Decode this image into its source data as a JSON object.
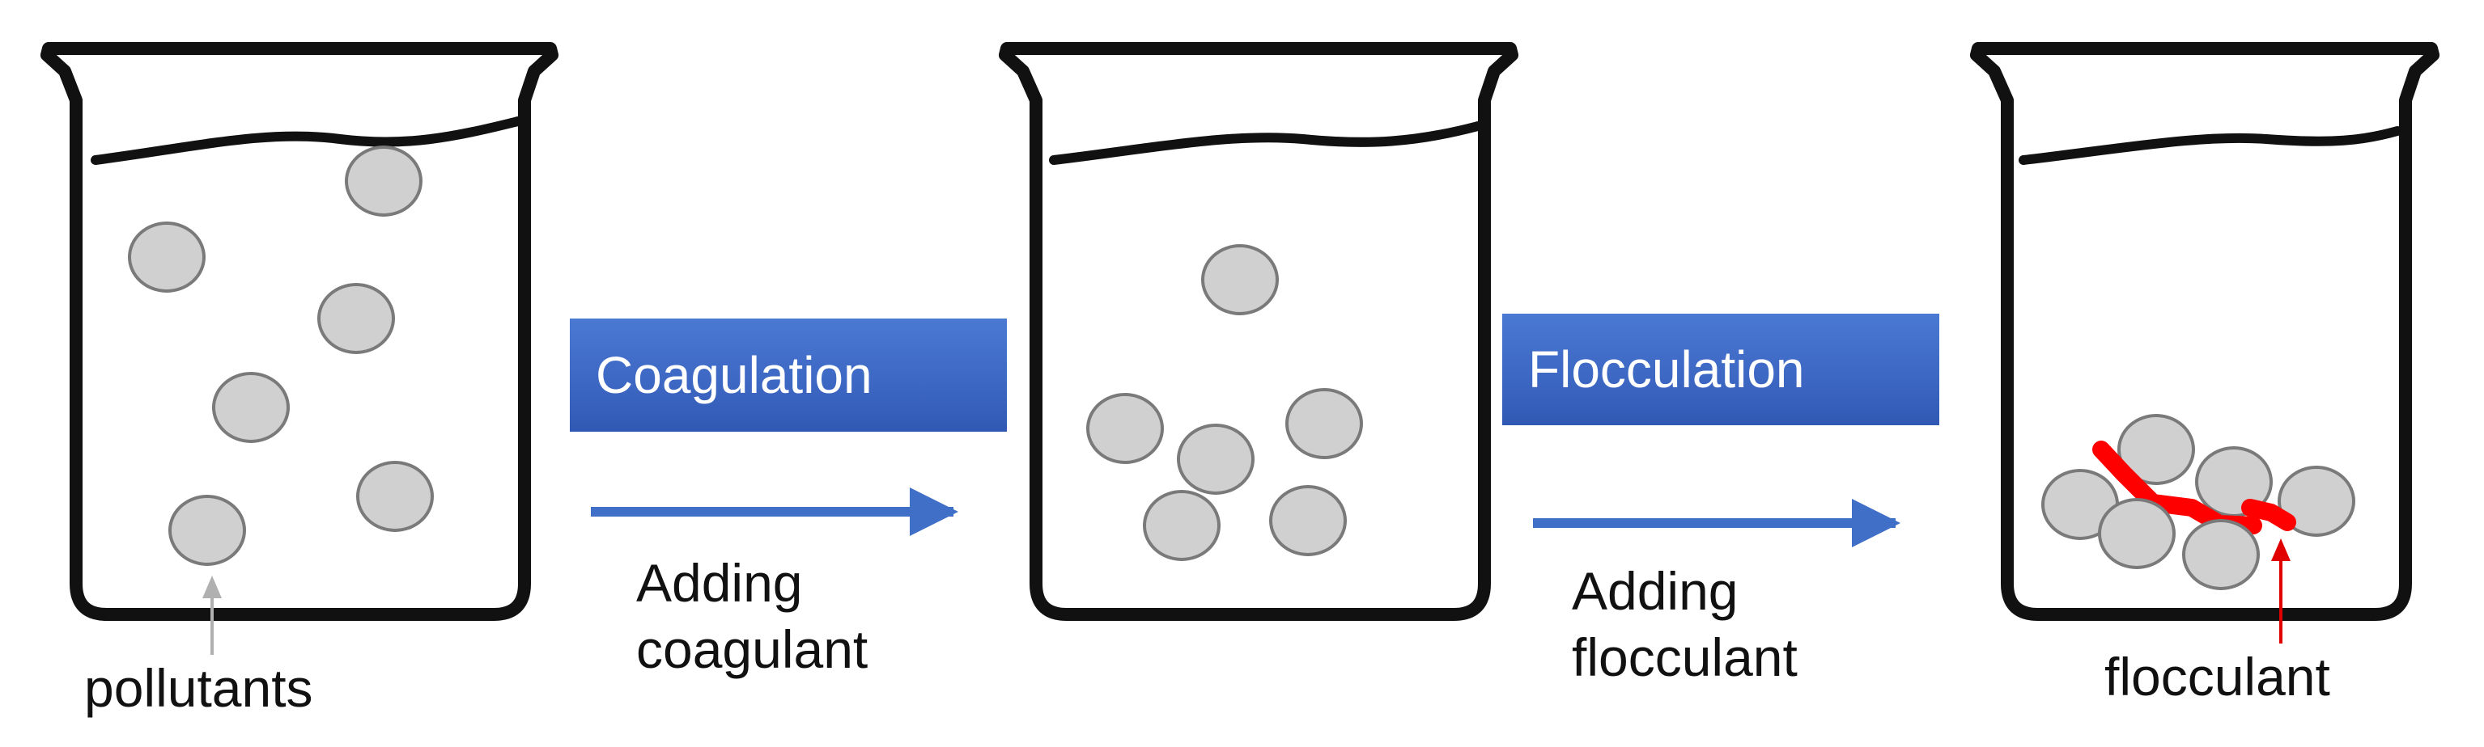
{
  "stages": [
    {
      "name": "Coagulation",
      "action_line1": "Adding",
      "action_line2": "coagulant"
    },
    {
      "name": "Flocculation",
      "action_line1": "Adding",
      "action_line2": "flocculant"
    }
  ],
  "annotations": {
    "pollutants": "pollutants",
    "flocculant": "flocculant"
  },
  "colors": {
    "beaker_outline": "#111111",
    "particle_fill": "#d0d0d0",
    "particle_stroke": "#7a7a7a",
    "step_box": "#3d68c4",
    "arrow": "#3f6fc6",
    "flocculant": "#ff0000",
    "pollutant_pointer": "#b0b0b0",
    "flocculant_pointer": "#e00000"
  }
}
